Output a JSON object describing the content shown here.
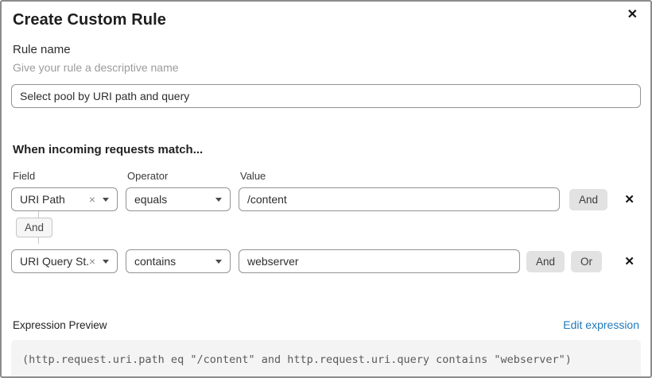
{
  "dialog": {
    "title": "Create Custom Rule",
    "close_icon": "✕"
  },
  "rule_name": {
    "label": "Rule name",
    "hint": "Give your rule a descriptive name",
    "value": "Select pool by URI path and query"
  },
  "match": {
    "heading": "When incoming requests match...",
    "columns": {
      "field": "Field",
      "operator": "Operator",
      "value": "Value"
    },
    "connector_label": "And",
    "rows": [
      {
        "field": "URI Path",
        "operator": "equals",
        "value": "/content",
        "buttons": [
          "And"
        ],
        "clear_icon": "×",
        "delete_icon": "✕"
      },
      {
        "field": "URI Query St...",
        "operator": "contains",
        "value": "webserver",
        "buttons": [
          "And",
          "Or"
        ],
        "clear_icon": "×",
        "delete_icon": "✕"
      }
    ]
  },
  "expression": {
    "label": "Expression Preview",
    "edit_link": "Edit expression",
    "code": "(http.request.uri.path eq \"/content\" and http.request.uri.query contains \"webserver\")"
  },
  "colors": {
    "link_blue": "#2079bc",
    "button_gray": "#e2e2e2",
    "border_gray": "#939393",
    "code_bg": "#f4f4f4"
  }
}
